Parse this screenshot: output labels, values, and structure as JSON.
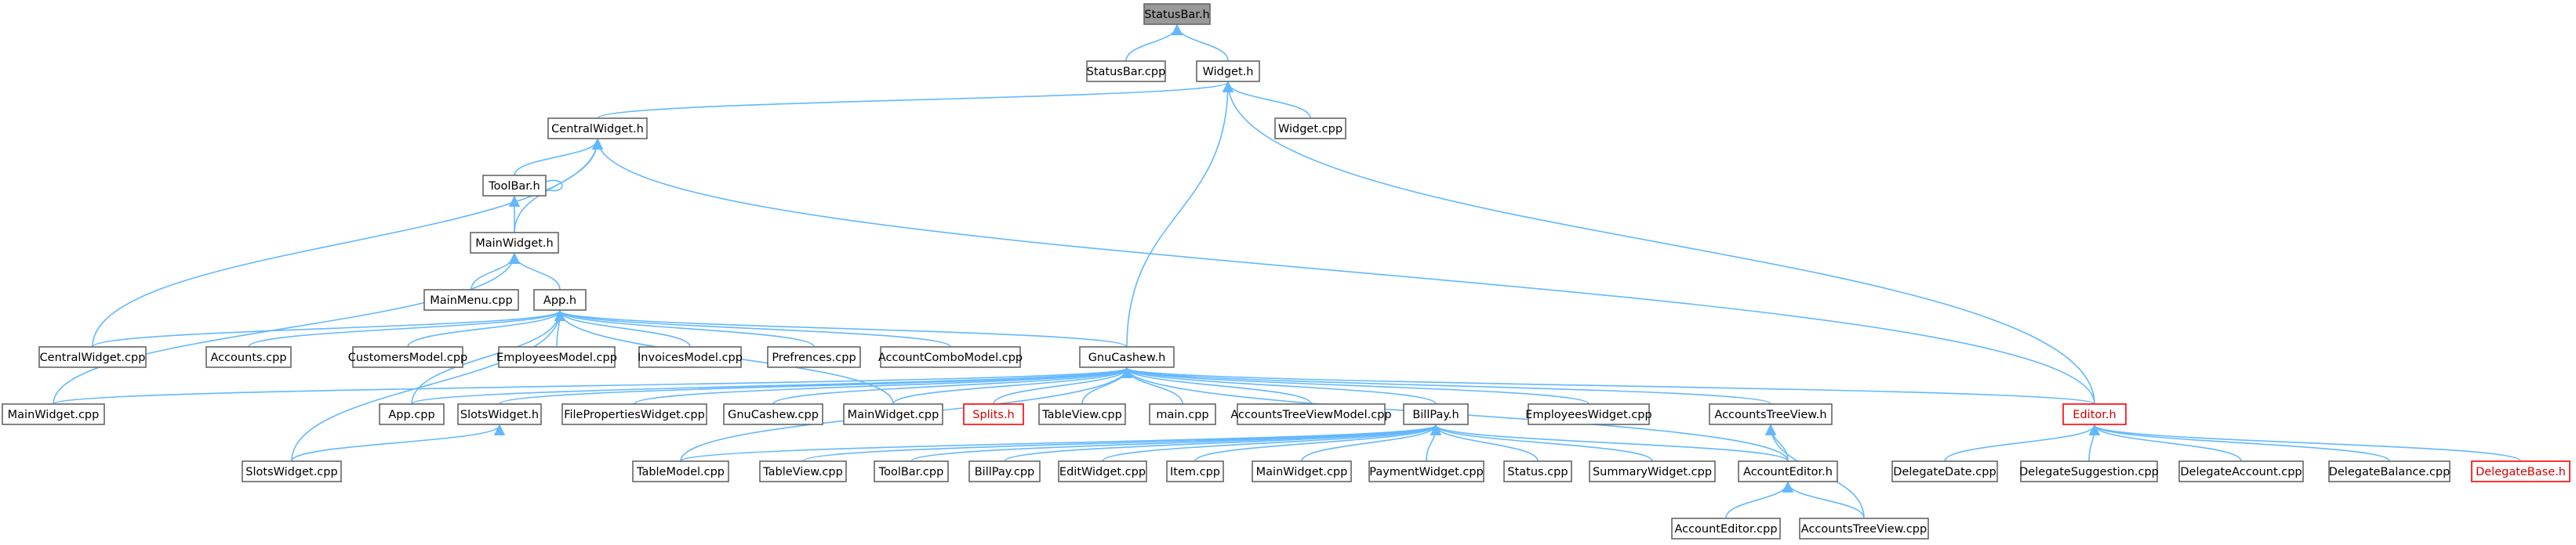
{
  "graph": {
    "edge_color": "#63b8ff",
    "node_border_color": "#666666",
    "root_fill": "#999999",
    "highlight_color": "#ff0000",
    "nodes": [
      {
        "id": "StatusBar.h",
        "label": "StatusBar.h",
        "kind": "root"
      },
      {
        "id": "StatusBar.cpp",
        "label": "StatusBar.cpp"
      },
      {
        "id": "Widget.h",
        "label": "Widget.h"
      },
      {
        "id": "CentralWidget.h",
        "label": "CentralWidget.h"
      },
      {
        "id": "Widget.cpp",
        "label": "Widget.cpp"
      },
      {
        "id": "ToolBar.h",
        "label": "ToolBar.h"
      },
      {
        "id": "MainWidget.h",
        "label": "MainWidget.h"
      },
      {
        "id": "MainMenu.cpp",
        "label": "MainMenu.cpp"
      },
      {
        "id": "App.h",
        "label": "App.h"
      },
      {
        "id": "CentralWidget.cpp",
        "label": "CentralWidget.cpp"
      },
      {
        "id": "Accounts.cpp",
        "label": "Accounts.cpp"
      },
      {
        "id": "CustomersModel.cpp",
        "label": "CustomersModel.cpp"
      },
      {
        "id": "EmployeesModel.cpp",
        "label": "EmployeesModel.cpp"
      },
      {
        "id": "InvoicesModel.cpp",
        "label": "InvoicesModel.cpp"
      },
      {
        "id": "Prefrences.cpp",
        "label": "Prefrences.cpp"
      },
      {
        "id": "AccountComboModel.cpp",
        "label": "AccountComboModel.cpp"
      },
      {
        "id": "GnuCashew.h",
        "label": "GnuCashew.h"
      },
      {
        "id": "MainWidget.cpp.1",
        "label": "MainWidget.cpp"
      },
      {
        "id": "App.cpp",
        "label": "App.cpp"
      },
      {
        "id": "SlotsWidget.h",
        "label": "SlotsWidget.h"
      },
      {
        "id": "FilePropertiesWidget.cpp",
        "label": "FilePropertiesWidget.cpp"
      },
      {
        "id": "GnuCashew.cpp",
        "label": "GnuCashew.cpp"
      },
      {
        "id": "MainWidget.cpp.2",
        "label": "MainWidget.cpp"
      },
      {
        "id": "Splits.h",
        "label": "Splits.h",
        "kind": "red"
      },
      {
        "id": "TableView.cpp.1",
        "label": "TableView.cpp"
      },
      {
        "id": "main.cpp",
        "label": "main.cpp"
      },
      {
        "id": "AccountsTreeViewModel.cpp",
        "label": "AccountsTreeViewModel.cpp"
      },
      {
        "id": "BillPay.h",
        "label": "BillPay.h"
      },
      {
        "id": "EmployeesWidget.cpp",
        "label": "EmployeesWidget.cpp"
      },
      {
        "id": "AccountsTreeView.h",
        "label": "AccountsTreeView.h"
      },
      {
        "id": "Editor.h",
        "label": "Editor.h",
        "kind": "red"
      },
      {
        "id": "SlotsWidget.cpp",
        "label": "SlotsWidget.cpp"
      },
      {
        "id": "TableModel.cpp",
        "label": "TableModel.cpp"
      },
      {
        "id": "TableView.cpp.2",
        "label": "TableView.cpp"
      },
      {
        "id": "ToolBar.cpp",
        "label": "ToolBar.cpp"
      },
      {
        "id": "BillPay.cpp",
        "label": "BillPay.cpp"
      },
      {
        "id": "EditWidget.cpp",
        "label": "EditWidget.cpp"
      },
      {
        "id": "Item.cpp",
        "label": "Item.cpp"
      },
      {
        "id": "MainWidget.cpp.3",
        "label": "MainWidget.cpp"
      },
      {
        "id": "PaymentWidget.cpp",
        "label": "PaymentWidget.cpp"
      },
      {
        "id": "Status.cpp",
        "label": "Status.cpp"
      },
      {
        "id": "SummaryWidget.cpp",
        "label": "SummaryWidget.cpp"
      },
      {
        "id": "AccountEditor.h",
        "label": "AccountEditor.h"
      },
      {
        "id": "DelegateDate.cpp",
        "label": "DelegateDate.cpp"
      },
      {
        "id": "DelegateSuggestion.cpp",
        "label": "DelegateSuggestion.cpp"
      },
      {
        "id": "DelegateAccount.cpp",
        "label": "DelegateAccount.cpp"
      },
      {
        "id": "DelegateBalance.cpp",
        "label": "DelegateBalance.cpp"
      },
      {
        "id": "DelegateBase.h",
        "label": "DelegateBase.h",
        "kind": "red"
      },
      {
        "id": "AccountEditor.cpp",
        "label": "AccountEditor.cpp"
      },
      {
        "id": "AccountsTreeView.cpp",
        "label": "AccountsTreeView.cpp"
      }
    ],
    "edges": [
      [
        "StatusBar.h",
        "StatusBar.cpp"
      ],
      [
        "StatusBar.h",
        "Widget.h"
      ],
      [
        "Widget.h",
        "CentralWidget.h"
      ],
      [
        "Widget.h",
        "Widget.cpp"
      ],
      [
        "Widget.h",
        "GnuCashew.h"
      ],
      [
        "Widget.h",
        "Editor.h"
      ],
      [
        "CentralWidget.h",
        "ToolBar.h"
      ],
      [
        "CentralWidget.h",
        "MainWidget.h"
      ],
      [
        "CentralWidget.h",
        "CentralWidget.cpp"
      ],
      [
        "CentralWidget.h",
        "Editor.h"
      ],
      [
        "ToolBar.h",
        "ToolBar.h"
      ],
      [
        "ToolBar.h",
        "MainWidget.h"
      ],
      [
        "MainWidget.h",
        "MainMenu.cpp"
      ],
      [
        "MainWidget.h",
        "App.h"
      ],
      [
        "MainWidget.h",
        "MainWidget.cpp.1"
      ],
      [
        "App.h",
        "CentralWidget.cpp"
      ],
      [
        "App.h",
        "Accounts.cpp"
      ],
      [
        "App.h",
        "CustomersModel.cpp"
      ],
      [
        "App.h",
        "EmployeesModel.cpp"
      ],
      [
        "App.h",
        "InvoicesModel.cpp"
      ],
      [
        "App.h",
        "Prefrences.cpp"
      ],
      [
        "App.h",
        "AccountComboModel.cpp"
      ],
      [
        "App.h",
        "GnuCashew.h"
      ],
      [
        "App.h",
        "App.cpp"
      ],
      [
        "App.h",
        "MainWidget.cpp.2"
      ],
      [
        "App.h",
        "SlotsWidget.cpp"
      ],
      [
        "GnuCashew.h",
        "MainWidget.cpp.1"
      ],
      [
        "GnuCashew.h",
        "App.cpp"
      ],
      [
        "GnuCashew.h",
        "SlotsWidget.h"
      ],
      [
        "GnuCashew.h",
        "FilePropertiesWidget.cpp"
      ],
      [
        "GnuCashew.h",
        "GnuCashew.cpp"
      ],
      [
        "GnuCashew.h",
        "MainWidget.cpp.2"
      ],
      [
        "GnuCashew.h",
        "Splits.h"
      ],
      [
        "GnuCashew.h",
        "TableView.cpp.1"
      ],
      [
        "GnuCashew.h",
        "main.cpp"
      ],
      [
        "GnuCashew.h",
        "AccountsTreeViewModel.cpp"
      ],
      [
        "GnuCashew.h",
        "BillPay.h"
      ],
      [
        "GnuCashew.h",
        "EmployeesWidget.cpp"
      ],
      [
        "GnuCashew.h",
        "AccountsTreeView.h"
      ],
      [
        "GnuCashew.h",
        "Editor.h"
      ],
      [
        "GnuCashew.h",
        "TableModel.cpp"
      ],
      [
        "GnuCashew.h",
        "AccountEditor.h"
      ],
      [
        "SlotsWidget.h",
        "SlotsWidget.cpp"
      ],
      [
        "BillPay.h",
        "TableModel.cpp"
      ],
      [
        "BillPay.h",
        "TableView.cpp.2"
      ],
      [
        "BillPay.h",
        "ToolBar.cpp"
      ],
      [
        "BillPay.h",
        "BillPay.cpp"
      ],
      [
        "BillPay.h",
        "EditWidget.cpp"
      ],
      [
        "BillPay.h",
        "Item.cpp"
      ],
      [
        "BillPay.h",
        "MainWidget.cpp.3"
      ],
      [
        "BillPay.h",
        "PaymentWidget.cpp"
      ],
      [
        "BillPay.h",
        "Status.cpp"
      ],
      [
        "BillPay.h",
        "SummaryWidget.cpp"
      ],
      [
        "BillPay.h",
        "AccountEditor.h"
      ],
      [
        "AccountsTreeView.h",
        "AccountEditor.h"
      ],
      [
        "AccountsTreeView.h",
        "AccountsTreeView.cpp"
      ],
      [
        "AccountEditor.h",
        "AccountEditor.cpp"
      ],
      [
        "AccountEditor.h",
        "AccountsTreeView.cpp"
      ],
      [
        "Editor.h",
        "DelegateDate.cpp"
      ],
      [
        "Editor.h",
        "DelegateSuggestion.cpp"
      ],
      [
        "Editor.h",
        "DelegateAccount.cpp"
      ],
      [
        "Editor.h",
        "DelegateBalance.cpp"
      ],
      [
        "Editor.h",
        "DelegateBase.h"
      ]
    ]
  }
}
